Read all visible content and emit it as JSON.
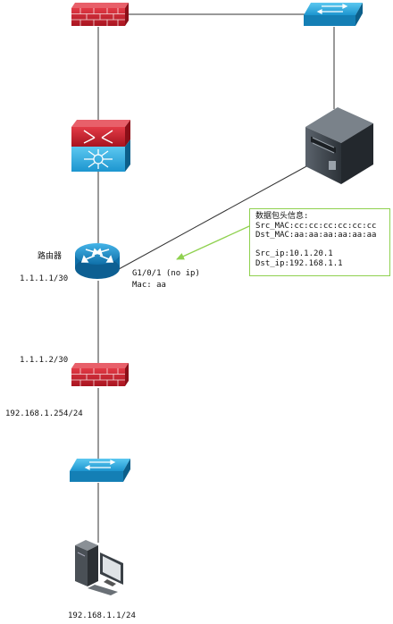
{
  "labels": {
    "router_name": "路由器",
    "router_ip": "1.1.1.1/30",
    "router_if": "G1/0/1 (no ip)",
    "router_mac": "Mac: aa",
    "fw_ip_top": "1.1.1.2/30",
    "fw_ip_bottom": "192.168.1.254/24",
    "pc_ip": "192.168.1.1/24"
  },
  "packet_info": {
    "title": "数据包头信息:",
    "src_mac": "Src_MAC:cc:cc:cc:cc:cc:cc",
    "dst_mac": "Dst_MAC:aa:aa:aa:aa:aa:aa",
    "src_ip": "Src_ip:10.1.20.1",
    "dst_ip": "Dst_ip:192.168.1.1"
  },
  "colors": {
    "firewall": "#c8202e",
    "switch": "#1aa0d8",
    "router": "#1890c8",
    "server": "#3a4048",
    "arrow": "#8fd14f"
  },
  "icons": [
    "firewall-icon",
    "switch-icon",
    "core-switch-icon",
    "server-icon",
    "router-icon",
    "pc-icon"
  ]
}
